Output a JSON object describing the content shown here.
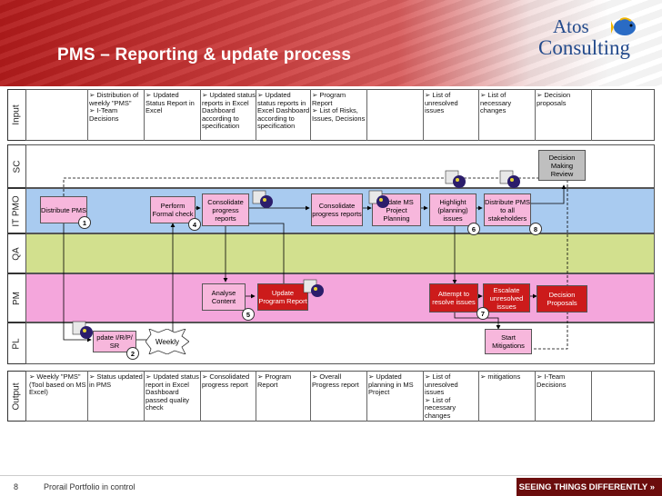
{
  "header": {
    "title": "PMS – Reporting & update process"
  },
  "logo": {
    "line1": "Atos",
    "line2": "Consulting"
  },
  "lanes": {
    "input": "Input",
    "sc": "SC",
    "itpmo": "IT PMO",
    "qa": "QA",
    "pm": "PM",
    "pl": "PL",
    "output": "Output"
  },
  "input_cells": [
    "",
    "➢ Distribution of weekly \"PMS\"\n➢ I-Team Decisions",
    "➢ Updated Status Report in Excel",
    "➢ Updated status reports in Excel Dashboard according to specification",
    "➢ Updated status reports in Excel Dashboard according to specification",
    "➢ Program Report\n➢ List of Risks, Issues, Decisions",
    "",
    "➢ List of unresolved issues",
    "➢ List of necessary changes",
    "➢ Decision proposals"
  ],
  "output_cells": [
    "➢ Weekly \"PMS\" (Tool based on MS Excel)",
    "➢ Status updated in PMS",
    "➢ Updated status report in Excel Dashboard passed quality check",
    "➢ Consolidated progress report",
    "➢ Program Report",
    "➢ Overall Progress report",
    "➢ Updated planning in MS Project",
    "➢ List of unresolved issues\n➢ List of necessary changes",
    "➢ mitigations",
    "➢ I-Team Decisions"
  ],
  "boxes": {
    "decision_review": "Decision Making Review",
    "distribute_pms": "Distribute PMS",
    "perform_check": "Perform Formal check",
    "consolidate1": "Consolidate progress reports",
    "consolidate2": "Consolidate progress reports",
    "update_ms": "Update MS Project Planning",
    "highlight": "Highlight (planning) issues",
    "distribute_all": "Distribute PMS to all stakeholders",
    "analyse": "Analyse Content",
    "update_program": "Update Program Report",
    "attempt": "Attempt to resolve issues",
    "escalate": "Escalate unresolved issues",
    "decision_proposals": "Decision Proposals",
    "update_irp": "pdate I/R/P/ SR",
    "weekly": "Weekly",
    "start_mitigations": "Start Mitigations"
  },
  "numbers": {
    "n1": "1",
    "n2": "2",
    "n4": "4",
    "n5": "5",
    "n6": "6",
    "n7": "7",
    "n8": "8"
  },
  "footer": {
    "page": "8",
    "text": "Prorail Portfolio in control",
    "tagline": "SEEING THINGS DIFFERENTLY »"
  },
  "colors": {
    "header_red": "#b21b1b",
    "lane_sc": "#ffffff",
    "lane_itpmo": "#a9cbf0",
    "lane_qa": "#d2e08e",
    "lane_pm": "#f4a6dc",
    "lane_pl": "#ffffff",
    "box_red": "#cc1b1b",
    "box_pink": "#f7b7dc",
    "footer_tag": "#6b0d0d"
  }
}
